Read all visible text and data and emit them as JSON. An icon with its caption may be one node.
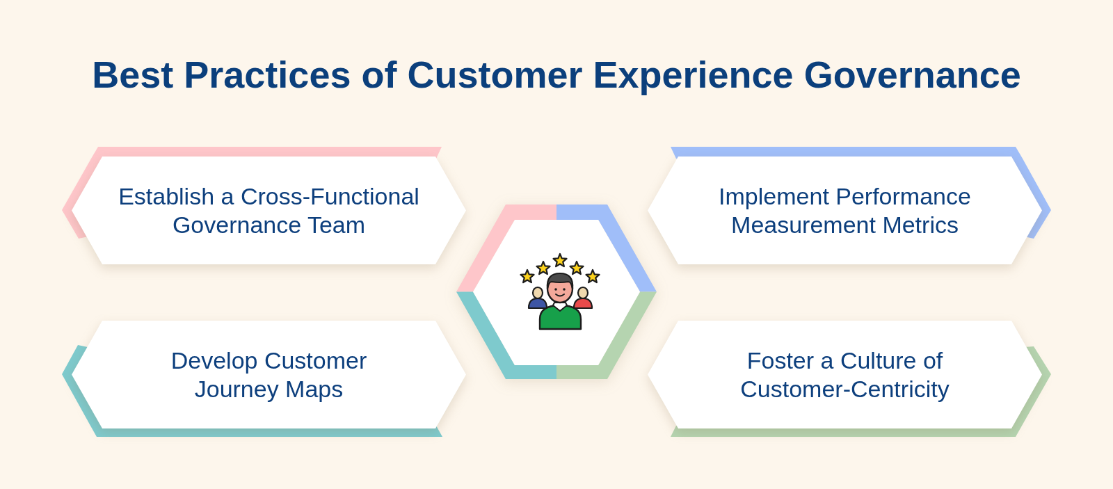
{
  "diagram": {
    "title": "Best Practices of Customer Experience Governance",
    "nodes": [
      {
        "text": [
          "Establish a Cross-Functional Governance Team"
        ]
      },
      {
        "text": [
          "Implement Performance Measurement Metrics"
        ]
      },
      {
        "text": [],
        "shape": "picture"
      },
      {
        "text": [
          "Develop Customer Journey Maps"
        ]
      },
      {
        "text": [
          "Foster a Culture of Customer-Centricity"
        ]
      }
    ]
  }
}
